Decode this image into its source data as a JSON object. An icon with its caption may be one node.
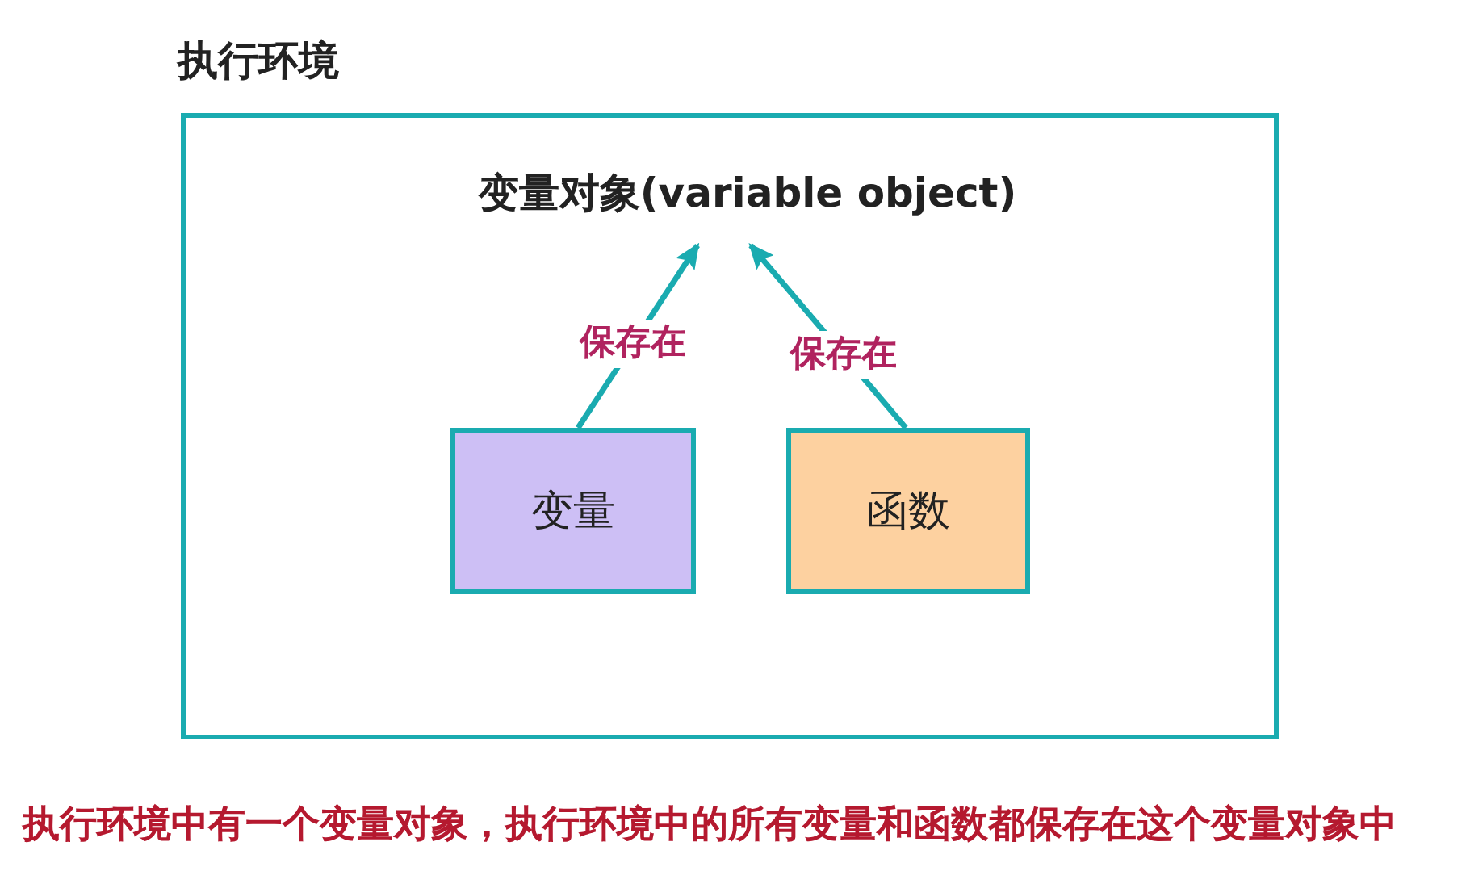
{
  "diagram": {
    "nodes": [
      {
        "text": [
          "执行环境"
        ]
      },
      {
        "text": [
          "变量对象(variable object)"
        ],
        "in": 0
      },
      {
        "text": [
          "变量"
        ],
        "in": 0
      },
      {
        "text": [
          "函数"
        ],
        "in": 0
      }
    ],
    "edges": [
      {
        "from": 2,
        "to": 1,
        "arrow": "to",
        "label": "保存在"
      },
      {
        "from": 3,
        "to": 1,
        "arrow": "to",
        "label": "保存在"
      }
    ],
    "caption": "执行环境中有一个变量对象，执行环境中的所有变量和函数都保存在这个变量对象中"
  }
}
